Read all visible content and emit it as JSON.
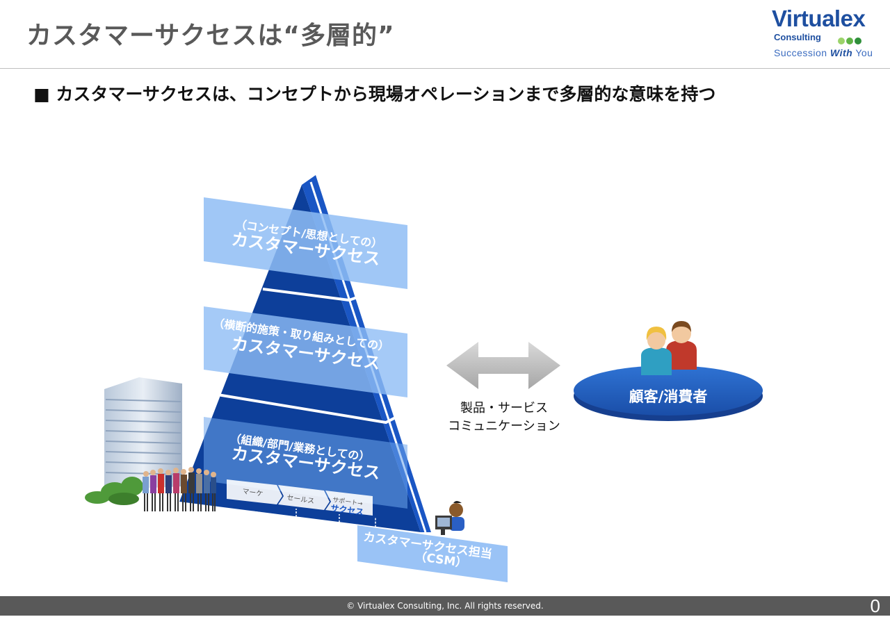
{
  "slide": {
    "title": "カスタマーサクセスは“多層的”",
    "subtitle": "■ カスタマーサクセスは、コンセプトから現場オペレーションまで多層的な意味を持つ"
  },
  "logo": {
    "name": "Virtualex",
    "sub": "Consulting",
    "tagline_start": "Succession ",
    "tagline_with": "With",
    "tagline_end": " You"
  },
  "pyramid": {
    "layers": [
      {
        "line1": "（コンセプト/思想としての）",
        "line2": "カスタマーサクセス"
      },
      {
        "line1": "（横断的施策・取り組みとしての）",
        "line2": "カスタマーサクセス"
      },
      {
        "line1": "（組織/部門/業務としての）",
        "line2": "カスタマーサクセス"
      }
    ],
    "process": {
      "step1": "マーケ",
      "step2": "セールス",
      "step3": "サポート→",
      "step3b": "サクセス"
    },
    "csm_line1": "カスタマーサクセス担当",
    "csm_line2": "（CSM）"
  },
  "communication": {
    "line1": "製品・サービス",
    "line2": "コミュニケーション"
  },
  "customer": {
    "label": "顧客/消費者"
  },
  "footer": {
    "copyright": "© Virtualex Consulting, Inc. All rights reserved.",
    "page": "0"
  },
  "colors": {
    "pyramid_dark": "#0d3f9a",
    "pyramid_light": "#1a56c4",
    "band": "#7fb2f0",
    "footer": "#595959",
    "title": "#595959"
  }
}
